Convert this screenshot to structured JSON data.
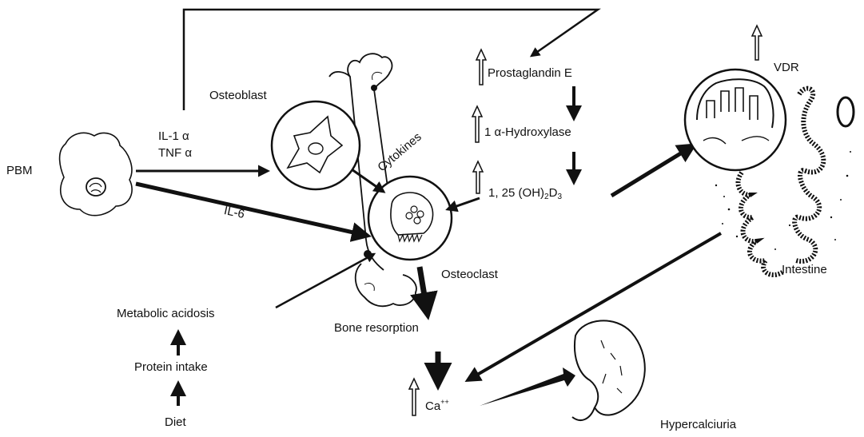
{
  "labels": {
    "pbm": "PBM",
    "osteoblast": "Osteoblast",
    "il1": "IL-1 α",
    "tnf": "TNF α",
    "il6": "IL-6",
    "cytokines": "Cytokines",
    "osteoclast": "Osteoclast",
    "metabolic_acidosis": "Metabolic acidosis",
    "protein_intake": "Protein intake",
    "diet": "Diet",
    "bone_resorption": "Bone resorption",
    "ca_base": "Ca",
    "ca_sup": "++",
    "prostaglandin": "Prostaglandin E",
    "hydroxylase": "1 α-Hydroxylase",
    "vitd_a": "1, 25 (OH)",
    "vitd_sub1": "2",
    "vitd_b": "D",
    "vitd_sub2": "3",
    "vdr": "VDR",
    "intestine": "Intestine",
    "hypercalciuria": "Hypercalciuria"
  },
  "colors": {
    "ink": "#111111",
    "background": "#ffffff"
  }
}
